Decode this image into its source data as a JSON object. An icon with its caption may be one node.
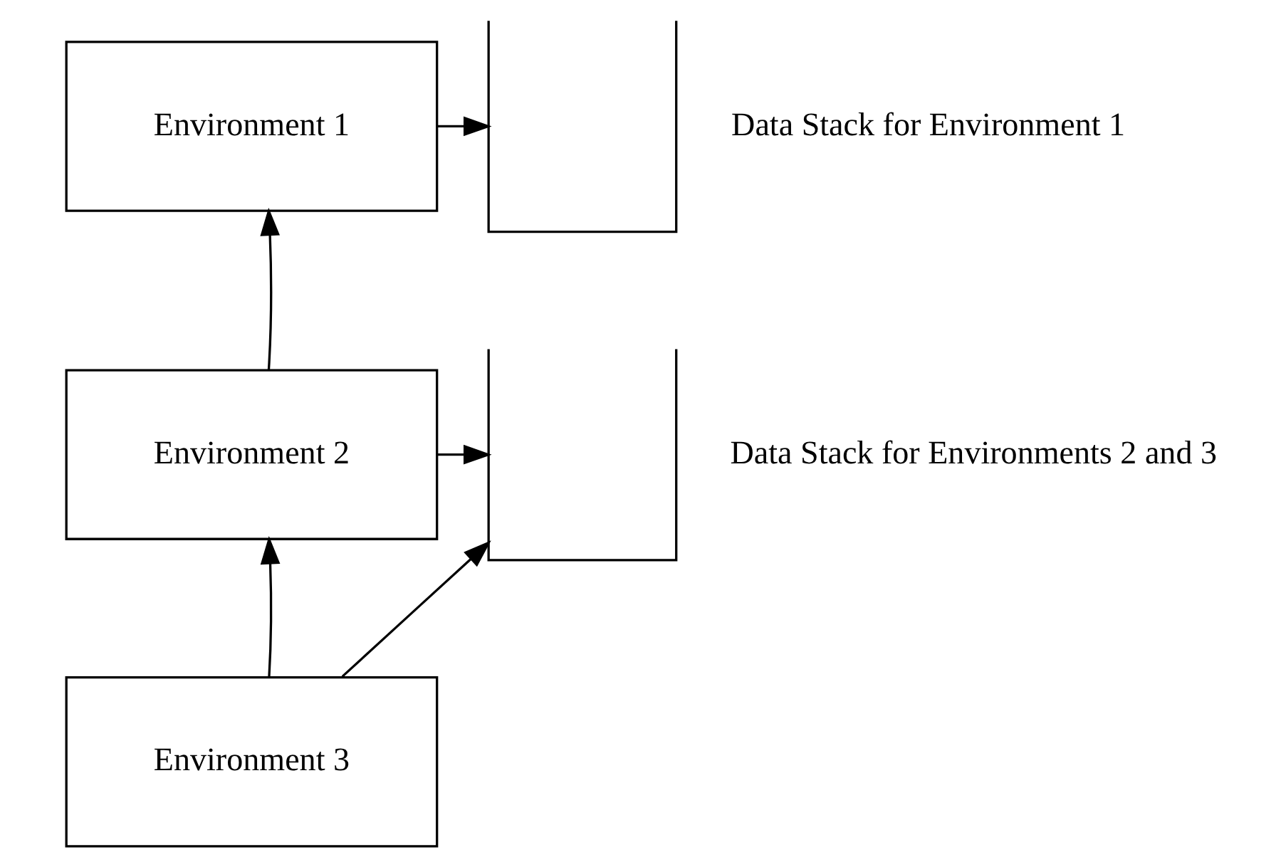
{
  "diagram": {
    "nodes": [
      {
        "text": [
          "Environment 1"
        ]
      },
      {
        "text": [
          "Environment 2"
        ]
      },
      {
        "text": [
          "Environment 3"
        ]
      },
      {
        "text": [],
        "shape": "box",
        "beside": [
          "Data Stack for Environment 1"
        ]
      },
      {
        "text": [],
        "shape": "box",
        "beside": [
          "Data Stack for Environments 2 and 3"
        ]
      }
    ],
    "edges": [
      {
        "from": 0,
        "to": 3,
        "arrow": "to"
      },
      {
        "from": 1,
        "to": 4,
        "arrow": "to"
      },
      {
        "from": 2,
        "to": 4,
        "arrow": "to"
      },
      {
        "from": 1,
        "to": 0,
        "arrow": "to"
      },
      {
        "from": 2,
        "to": 1,
        "arrow": "to"
      }
    ]
  }
}
